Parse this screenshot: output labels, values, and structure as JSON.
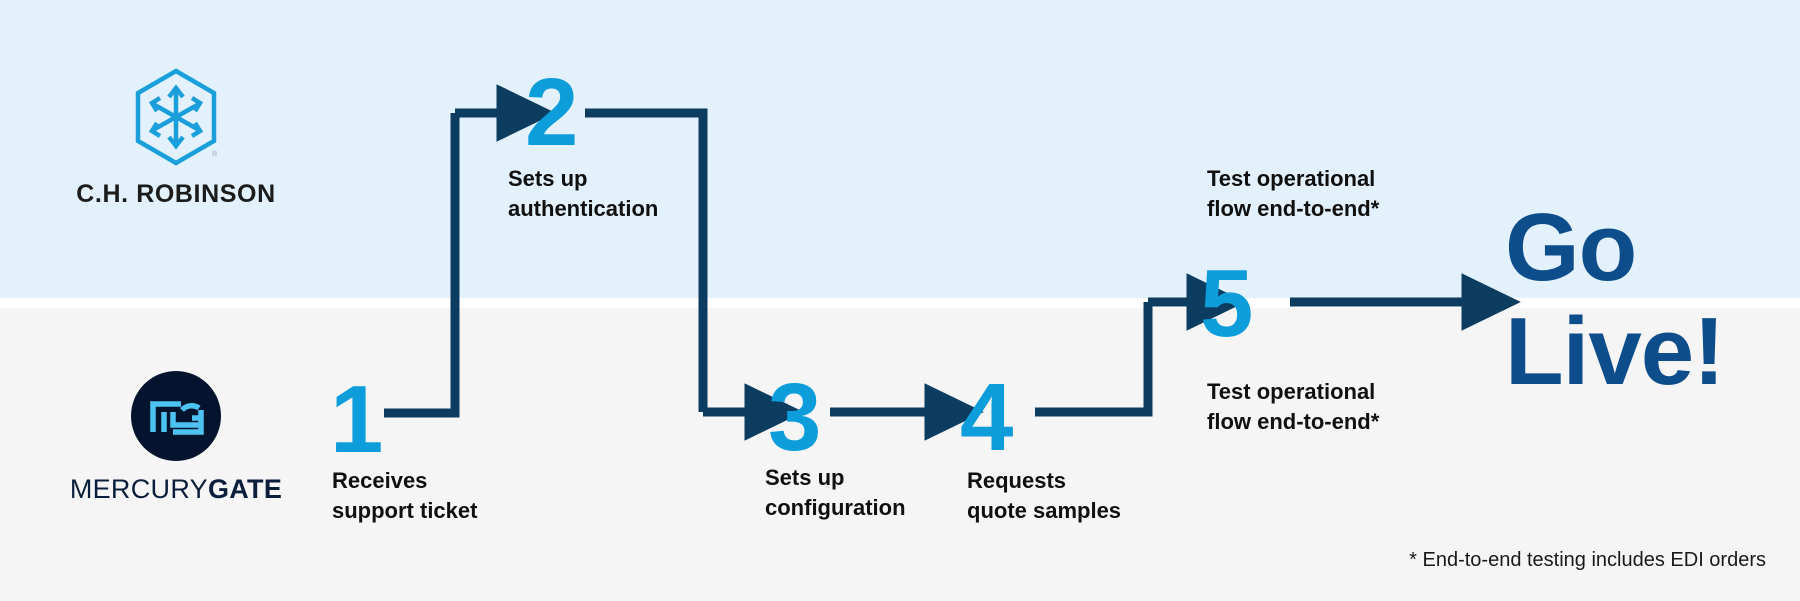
{
  "diagram": {
    "title": "C.H. Robinson / MercuryGate integration onboarding flow",
    "colors": {
      "band_top": "#e2f1fb",
      "band_bottom": "#f5f5f5",
      "number_blue": "#0d9ddb",
      "connector_navy": "#0d3c61",
      "golive_blue": "#0d4d8c",
      "mercurygate_navy": "#0b1e3c",
      "caption_black": "#101010"
    }
  },
  "lanes": [
    {
      "id": "chrobinson",
      "label": "C.H. ROBINSON",
      "logo_icon": "chrobinson-cube-icon"
    },
    {
      "id": "mercurygate",
      "label_light": "MERCURY",
      "label_bold": "GATE",
      "logo_icon": "mercurygate-mg-icon"
    }
  ],
  "steps": [
    {
      "number": "1",
      "caption": "Receives\nsupport ticket",
      "lane": "mercurygate"
    },
    {
      "number": "2",
      "caption": "Sets up\nauthentication",
      "lane": "chrobinson"
    },
    {
      "number": "3",
      "caption": "Sets up\nconfiguration",
      "lane": "mercurygate"
    },
    {
      "number": "4",
      "caption": "Requests\nquote samples",
      "lane": "mercurygate"
    },
    {
      "number": "5",
      "caption_top": "Test operational\nflow end-to-end*",
      "caption_bottom": "Test operational\nflow end-to-end*",
      "lane": "both"
    }
  ],
  "outcome": {
    "label": "Go\nLive!"
  },
  "footnote": {
    "text": "* End-to-end testing includes EDI orders"
  }
}
